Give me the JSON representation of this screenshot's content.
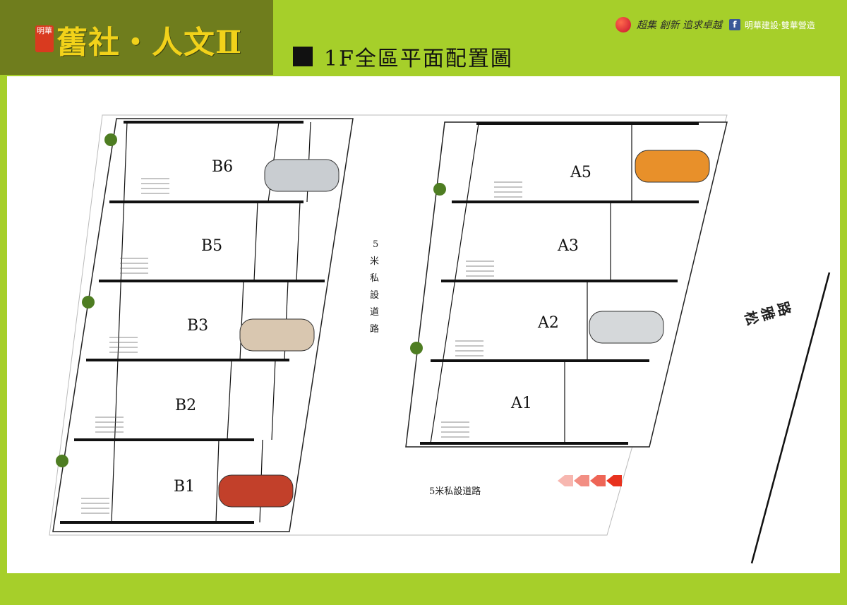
{
  "header": {
    "brand_small": "明華",
    "brand_title": "舊社‧人文Ⅱ",
    "plan_title": "1F全區平面配置圖",
    "slogan": "超集 創新 追求卓越",
    "fb_label": "明華建設‧雙華營造"
  },
  "units": {
    "left": [
      "B6",
      "B5",
      "B3",
      "B2",
      "B1"
    ],
    "right": [
      "A5",
      "A3",
      "A2",
      "A1"
    ]
  },
  "roads": {
    "middle": [
      "5",
      "米",
      "私",
      "設",
      "道",
      "路"
    ],
    "bottom": "5米私設道路",
    "street": [
      "松",
      "雅",
      "路"
    ]
  },
  "car_colors": {
    "B6": "#c9cdd1",
    "B3": "#d9c7b0",
    "B1": "#c2402a",
    "A5": "#e8902a",
    "A2": "#d5d8da"
  },
  "arrow_color": "#e8321e"
}
